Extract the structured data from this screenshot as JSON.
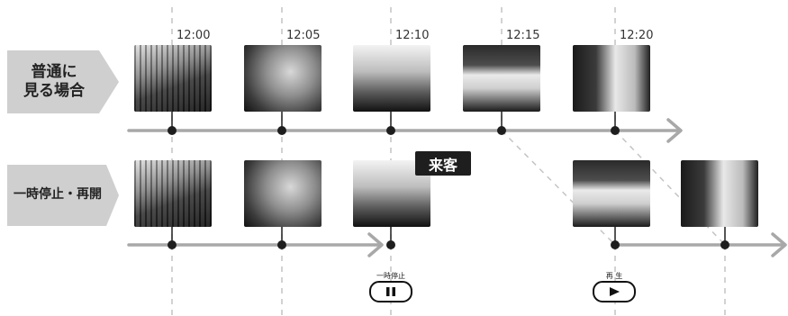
{
  "rows": {
    "normal_label": "普通に\n見る場合",
    "pause_label": "一時停止・再開"
  },
  "times": [
    "12:00",
    "12:05",
    "12:10",
    "12:15",
    "12:20"
  ],
  "event": {
    "visitor_label": "来客"
  },
  "controls": {
    "pause_caption": "一時停止",
    "play_caption": "再 生"
  },
  "colors": {
    "label_bg": "#cfcfcf",
    "timeline": "#a8a8a8",
    "guide": "#c4c4c4",
    "dot": "#1e1e1e",
    "badge": "#1e1e1e"
  },
  "icons": [
    "pause-icon",
    "play-icon"
  ]
}
